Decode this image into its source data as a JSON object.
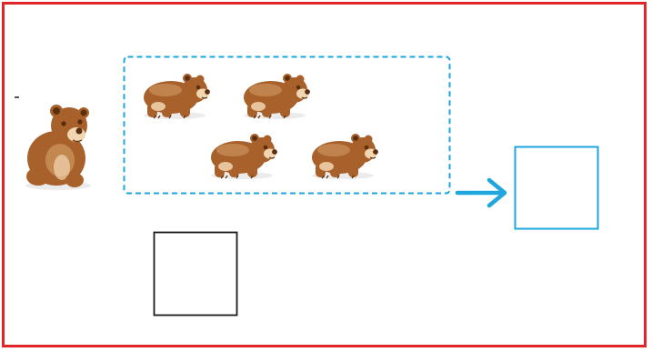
{
  "colors": {
    "frame_border": "#e0262b",
    "accent_blue": "#1fa6dc",
    "answer_box_border": "#1a1a1a",
    "bear_body": "#a8612a",
    "bear_light": "#d6a06a",
    "bear_dark": "#5a2f10",
    "bear_muzzle": "#f2d6b0"
  },
  "scene": {
    "standalone_bears": 1,
    "grouped_bears": 4,
    "group_border_style": "dashed",
    "arrow_direction": "right"
  },
  "icons": {
    "sitting_bear": "sitting-bear-icon",
    "walking_bear": "walking-bear-icon",
    "arrow": "arrow-right-icon"
  }
}
